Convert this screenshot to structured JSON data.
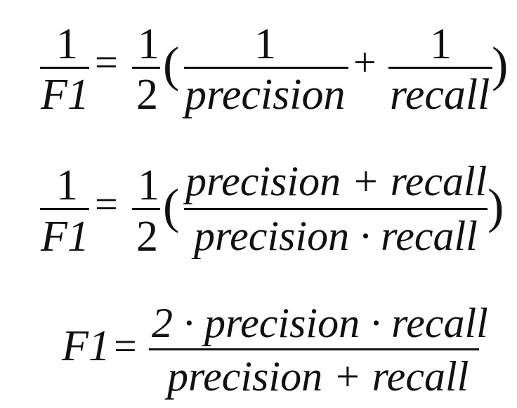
{
  "equations": [
    {
      "lhs_num": "1",
      "lhs_den": "F1",
      "equals": "=",
      "half_num": "1",
      "half_den": "2",
      "open_paren": "(",
      "close_paren": ")",
      "term1_num": "1",
      "term1_den": "precision",
      "plus": "+",
      "term2_num": "1",
      "term2_den": "recall"
    },
    {
      "lhs_num": "1",
      "lhs_den": "F1",
      "equals": "=",
      "half_num": "1",
      "half_den": "2",
      "open_paren": "(",
      "close_paren": ")",
      "frac_num": "precision + recall",
      "frac_den": "precision · recall"
    },
    {
      "lhs": "F1",
      "equals": "=",
      "frac_num": "2 · precision · recall",
      "frac_den": "precision + recall"
    }
  ]
}
